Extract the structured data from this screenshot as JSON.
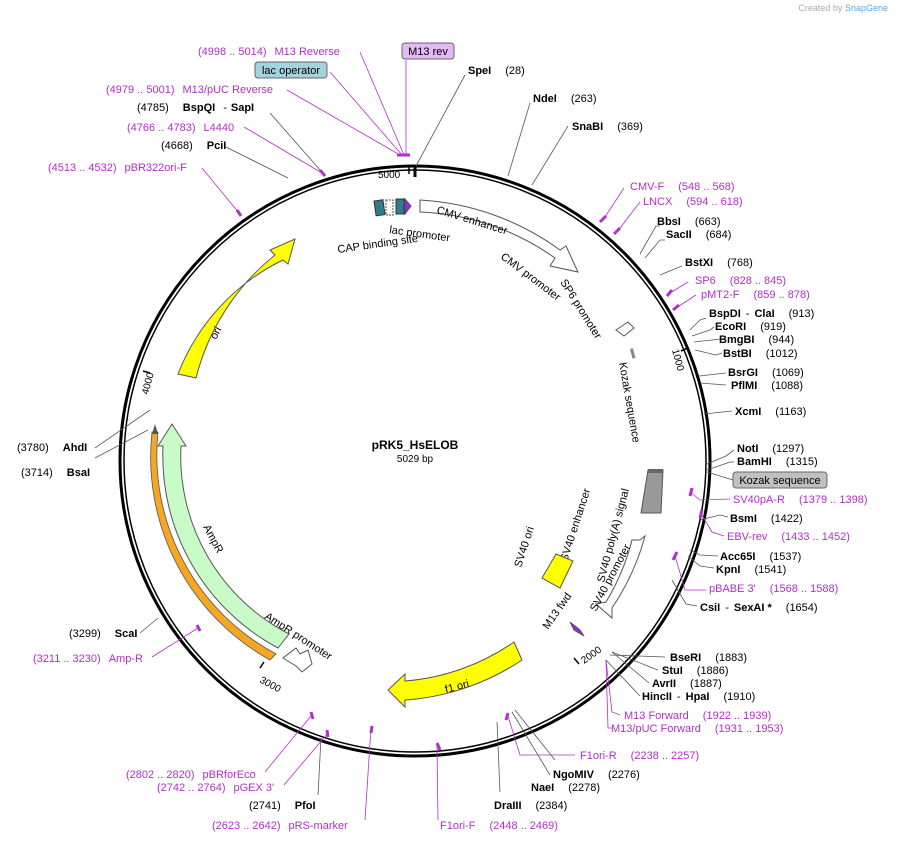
{
  "credit": {
    "prefix": "Created by",
    "brand": "SnapGene"
  },
  "plasmid": {
    "name": "pRK5_HsELOB",
    "length_label": "5029 bp",
    "length": 5029
  },
  "ticks": [
    "1000",
    "2000",
    "3000",
    "4000",
    "5000"
  ],
  "colors": {
    "primer": "#b22fc8",
    "enzyme": "#000000",
    "ori": "#ffff00",
    "ampr": "#c9fbc9",
    "orange": "#f5a623"
  },
  "features": {
    "cmv_enhancer": "CMV enhancer",
    "cmv_promoter": "CMV promoter",
    "sp6_promoter": "SP6 promoter",
    "kozak1": "Kozak sequence",
    "kozak_box": "Kozak sequence",
    "sv40_polya": "SV40 poly(A) signal",
    "sv40_promoter": "SV40 promoter",
    "sv40_enhancer": "SV40 enhancer",
    "sv40_ori": "SV40 ori",
    "m13_fwd": "M13 fwd",
    "f1_ori": "f1 ori",
    "ampr_promoter": "AmpR promoter",
    "ampr": "AmpR",
    "ori": "ori",
    "cap": "CAP binding site",
    "lac_promoter": "lac promoter",
    "lac_operator": "lac operator",
    "m13_rev": "M13 rev"
  },
  "enzymes": [
    {
      "name": "SpeI",
      "pos": "(28)"
    },
    {
      "name": "NdeI",
      "pos": "(263)"
    },
    {
      "name": "SnaBI",
      "pos": "(369)"
    },
    {
      "name": "BbsI",
      "pos": "(663)"
    },
    {
      "name": "SacII",
      "pos": "(684)"
    },
    {
      "name": "BstXI",
      "pos": "(768)"
    },
    {
      "name": "BspDI",
      "name2": "ClaI",
      "pos": "(913)"
    },
    {
      "name": "EcoRI",
      "pos": "(919)"
    },
    {
      "name": "BmgBI",
      "pos": "(944)"
    },
    {
      "name": "BstBI",
      "pos": "(1012)"
    },
    {
      "name": "BsrGI",
      "pos": "(1069)"
    },
    {
      "name": "PflMI",
      "pos": "(1088)"
    },
    {
      "name": "XcmI",
      "pos": "(1163)"
    },
    {
      "name": "NotI",
      "pos": "(1297)"
    },
    {
      "name": "BamHI",
      "pos": "(1315)"
    },
    {
      "name": "BsmI",
      "pos": "(1422)"
    },
    {
      "name": "Acc65I",
      "pos": "(1537)"
    },
    {
      "name": "KpnI",
      "pos": "(1541)"
    },
    {
      "name": "CsiI",
      "name2": "SexAI *",
      "pos": "(1654)"
    },
    {
      "name": "BseRI",
      "pos": "(1883)"
    },
    {
      "name": "StuI",
      "pos": "(1886)"
    },
    {
      "name": "AvrII",
      "pos": "(1887)"
    },
    {
      "name": "HincII",
      "name2": "HpaI",
      "pos": "(1910)"
    },
    {
      "name": "NgoMIV",
      "pos": "(2276)"
    },
    {
      "name": "NaeI",
      "pos": "(2278)"
    },
    {
      "name": "DraIII",
      "pos": "(2384)"
    },
    {
      "name": "PfoI",
      "pos": "(2741)"
    },
    {
      "name": "ScaI",
      "pos": "(3299)"
    },
    {
      "name": "BsaI",
      "pos": "(3714)"
    },
    {
      "name": "AhdI",
      "pos": "(3780)"
    },
    {
      "name": "PciI",
      "pos": "(4668)"
    },
    {
      "name": "BspQI",
      "name2": "SapI",
      "pos": "(4785)"
    }
  ],
  "primers": [
    {
      "name": "CMV-F",
      "range": "(548 .. 568)"
    },
    {
      "name": "LNCX",
      "range": "(594 .. 618)"
    },
    {
      "name": "SP6",
      "range": "(828 .. 845)"
    },
    {
      "name": "pMT2-F",
      "range": "(859 .. 878)"
    },
    {
      "name": "SV40pA-R",
      "range": "(1379 .. 1398)"
    },
    {
      "name": "EBV-rev",
      "range": "(1433 .. 1452)"
    },
    {
      "name": "pBABE 3'",
      "range": "(1568 .. 1588)"
    },
    {
      "name": "M13 Forward",
      "range": "(1922 .. 1939)"
    },
    {
      "name": "M13/pUC Forward",
      "range": "(1931 .. 1953)"
    },
    {
      "name": "F1ori-R",
      "range": "(2238 .. 2257)"
    },
    {
      "name": "F1ori-F",
      "range": "(2448 .. 2469)"
    },
    {
      "name": "pRS-marker",
      "range": "(2623 .. 2642)"
    },
    {
      "name": "pGEX 3'",
      "range": "(2742 .. 2764)"
    },
    {
      "name": "pBRforEco",
      "range": "(2802 .. 2820)"
    },
    {
      "name": "Amp-R",
      "range": "(3211 .. 3230)"
    },
    {
      "name": "pBR322ori-F",
      "range": "(4513 .. 4532)"
    },
    {
      "name": "L4440",
      "range": "(4766 .. 4783)"
    },
    {
      "name": "M13/pUC Reverse",
      "range": "(4979 .. 5001)"
    },
    {
      "name": "M13 Reverse",
      "range": "(4998 .. 5014)"
    }
  ]
}
